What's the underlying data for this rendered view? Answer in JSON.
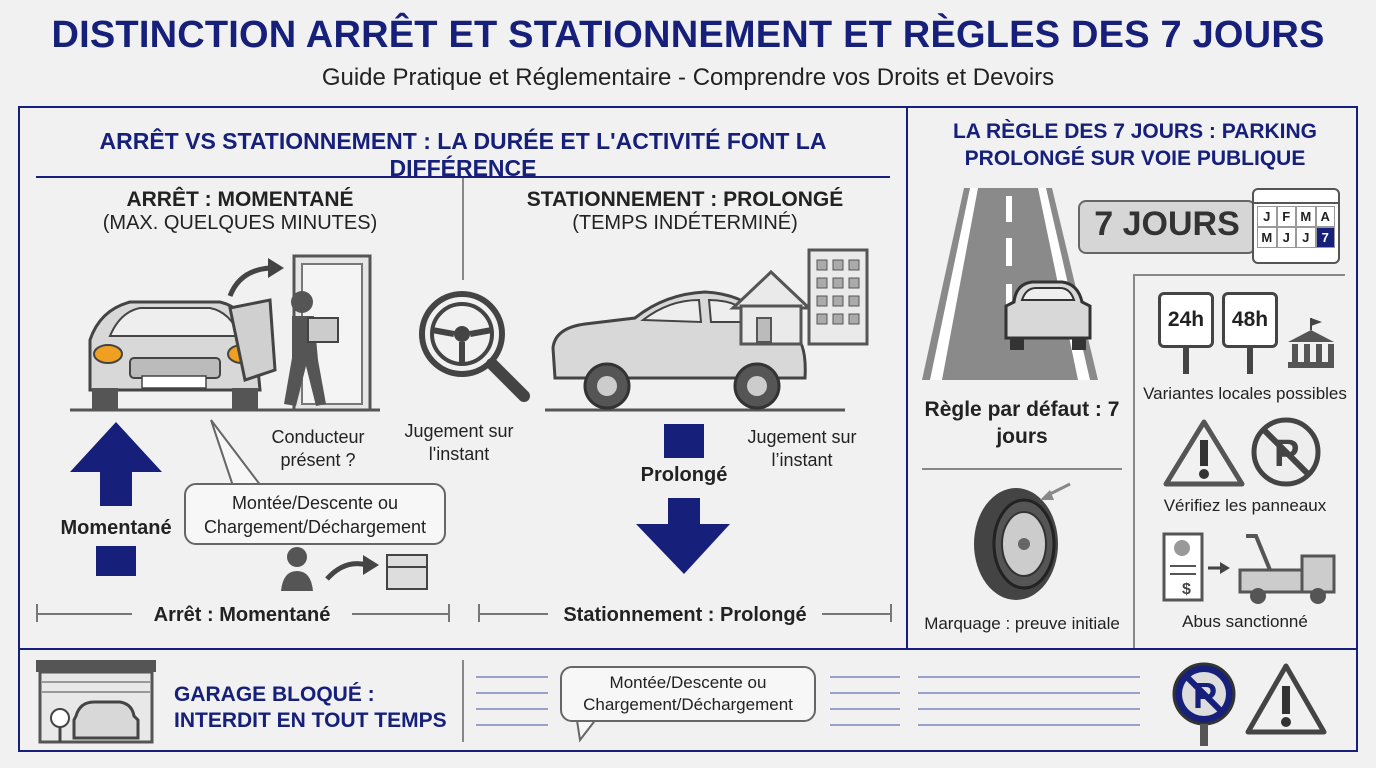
{
  "header": {
    "title": "DISTINCTION ARRÊT ET STATIONNEMENT ET RÈGLES DES 7 JOURS",
    "subtitle": "Guide Pratique et Réglementaire - Comprendre vos Droits et Devoirs"
  },
  "left_panel": {
    "heading": "ARRÊT VS STATIONNEMENT : LA DURÉE ET L'ACTIVITÉ FONT LA DIFFÉRENCE",
    "arret": {
      "title": "ARRÊT : MOMENTANÉ",
      "subtitle": "(MAX. QUELQUES MINUTES)",
      "question": "Conducteur présent ?",
      "arrow_label": "Momentané",
      "bubble": "Montée/Descente ou Chargement/Déchargement",
      "scale_label": "Arrêt : Momentané"
    },
    "center": {
      "judgement": "Jugement sur l'instant"
    },
    "stationnement": {
      "title": "STATIONNEMENT : PROLONGÉ",
      "subtitle": "(TEMPS INDÉTERMINÉ)",
      "judgement": "Jugement sur l’instant",
      "arrow_label": "Prolongé",
      "scale_label": "Stationnement : Prolongé"
    }
  },
  "right_panel": {
    "heading": "LA RÈGLE DES 7 JOURS : PARKING PROLONGÉ SUR VOIE PUBLIQUE",
    "badge": "7 JOURS",
    "calendar": {
      "row1": [
        "J",
        "F",
        "M",
        "A"
      ],
      "row2": [
        "M",
        "J",
        "J",
        "7"
      ]
    },
    "default_rule": "Règle par défaut : 7 jours",
    "signs": [
      "24h",
      "48h"
    ],
    "local_variants": "Variantes locales possibles",
    "check_signs": "Vérifiez les panneaux",
    "marking": "Marquage : preuve initiale",
    "abuse": "Abus sanctionné"
  },
  "bottom": {
    "garage": "GARAGE BLOQUÉ : INTERDIT EN TOUT TEMPS",
    "bubble": "Montée/Descente ou Chargement/Déchargement"
  },
  "colors": {
    "navy": "#16207a",
    "accent_orange": "#f0a020",
    "gray": "#666666"
  }
}
